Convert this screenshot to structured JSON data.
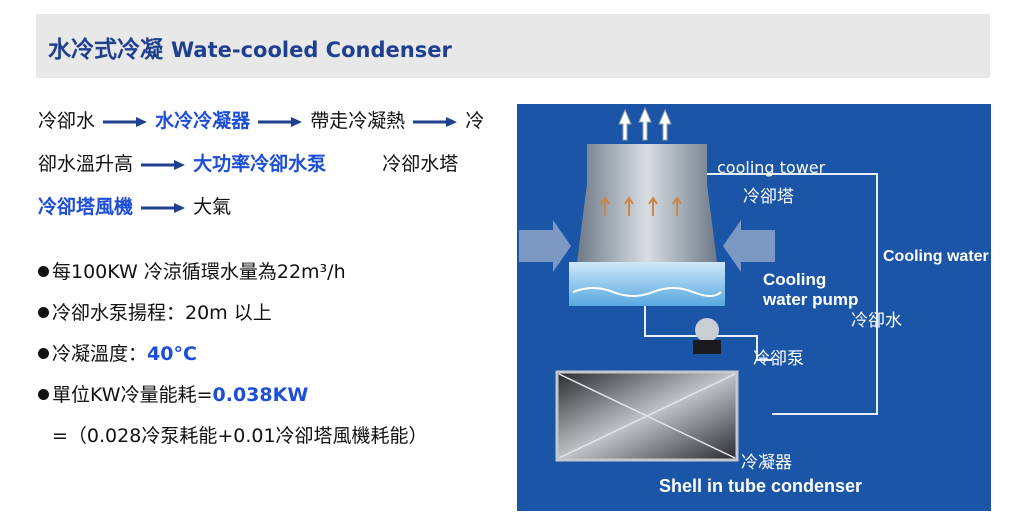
{
  "title": {
    "zh": "水冷式冷凝",
    "en": "Wate-cooled Condenser"
  },
  "flow": {
    "line1": {
      "a": "冷卻水",
      "b": "水冷冷凝器",
      "c": "帶走冷凝熱",
      "d": "冷"
    },
    "line2": {
      "a": "卻水溫升高",
      "b": "大功率冷卻水泵",
      "c": "冷卻水塔"
    },
    "line3": {
      "a": "冷卻塔風機",
      "b": "大氣"
    }
  },
  "bullets": [
    {
      "text": "每100KW 冷涼循環水量為22m³/h"
    },
    {
      "text": "冷卻水泵揚程：20m 以上"
    },
    {
      "label": "冷凝溫度：",
      "value": "40°C"
    },
    {
      "label": "單位KW冷量能耗=",
      "value": "0.038KW"
    }
  ],
  "formula": "=（0.028冷泵耗能+0.01冷卻塔風機耗能）",
  "figure": {
    "tower_en": "cooling tower",
    "tower_zh": "冷卻塔",
    "cooling_water_en": "Cooling water",
    "cooling_water_zh": "冷卻水",
    "pump_en_1": "Cooling",
    "pump_en_2": "water pump",
    "pump_zh": "冷卻泵",
    "condenser_zh": "冷凝器",
    "condenser_en": "Shell in tube condenser"
  },
  "colors": {
    "title": "#1f3f8f",
    "accent": "#1d4ed8",
    "figure_bg": "#1a55a8"
  }
}
